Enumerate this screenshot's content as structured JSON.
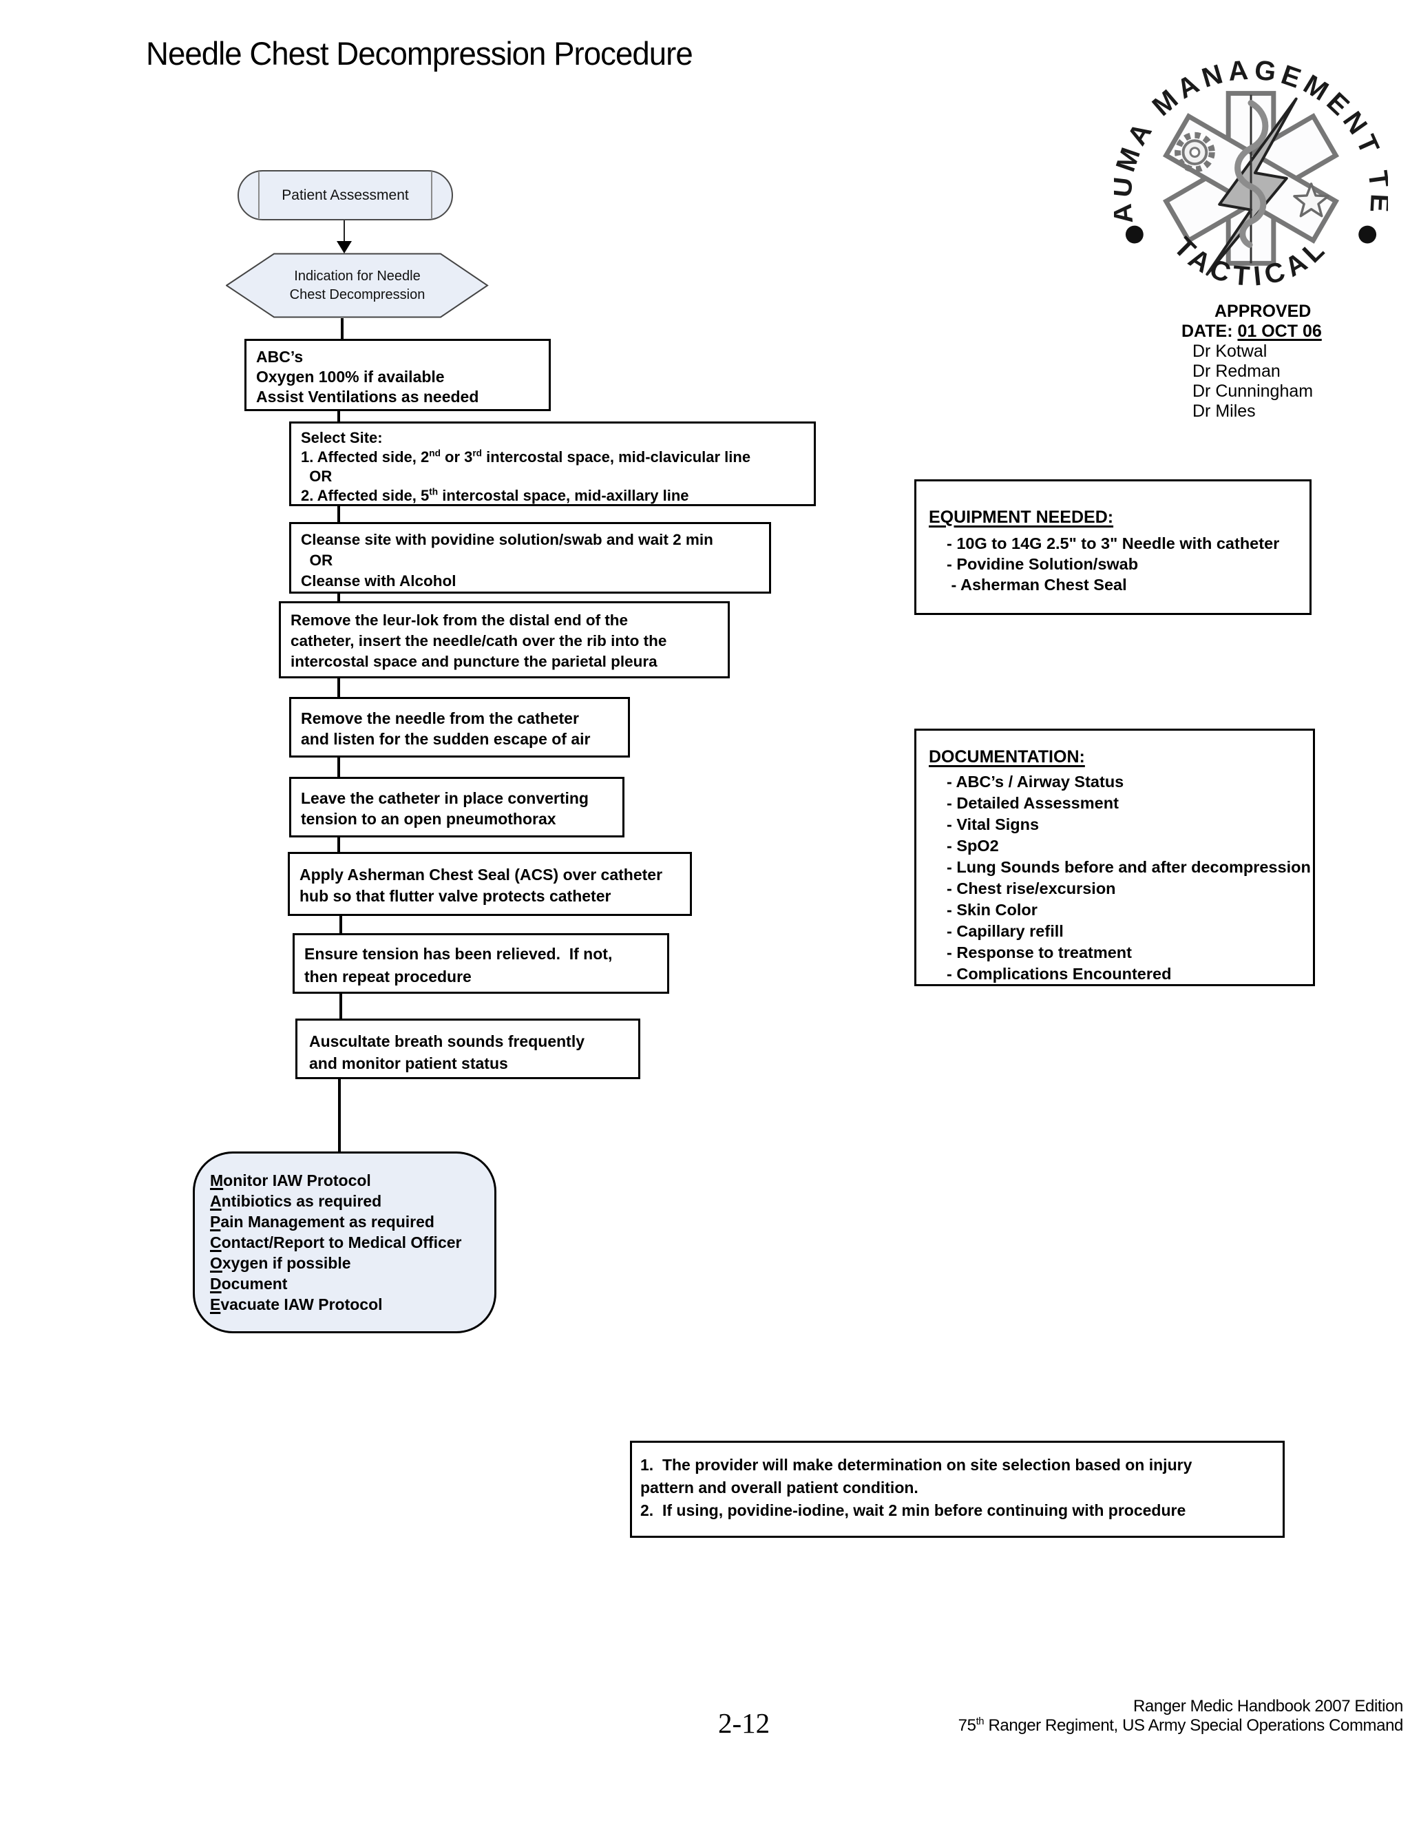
{
  "page": {
    "title": "Needle Chest Decompression Procedure",
    "footer": {
      "page_number": "2-12",
      "line1": "Ranger Medic Handbook 2007 Edition",
      "line2_prefix": "75",
      "line2_sup": "th",
      "line2_rest": " Ranger Regiment, US Army Special Operations Command"
    }
  },
  "logo": {
    "arc_top": "TRAUMA MANAGEMENT TEAM",
    "arc_bottom": "TACTICAL"
  },
  "approval": {
    "title": "APPROVED",
    "date_label": "DATE: ",
    "date_value": "01 OCT 06",
    "signatories": [
      "Dr Kotwal",
      "Dr Redman",
      "Dr Cunningham",
      "Dr Miles"
    ]
  },
  "flowchart": {
    "start": "Patient Assessment",
    "indication": [
      "Indication for Needle",
      "Chest Decompression"
    ],
    "abc": [
      "ABC’s",
      "Oxygen 100% if available",
      "Assist Ventilations as needed"
    ],
    "select_site": {
      "title": "Select Site:",
      "opt1_a": "1. Affected side, 2",
      "opt1_sup1": "nd",
      "opt1_b": " or 3",
      "opt1_sup2": "rd",
      "opt1_c": " intercostal space, mid-clavicular line",
      "or": "  OR",
      "opt2_a": "2. Affected side, 5",
      "opt2_sup": "th",
      "opt2_b": " intercostal space, mid-axillary line"
    },
    "cleanse": [
      "Cleanse site with povidine solution/swab and wait 2 min",
      "  OR",
      "Cleanse with Alcohol"
    ],
    "leur_lok": [
      "Remove the leur-lok from the distal end of the",
      "catheter, insert the needle/cath over the rib into the",
      "intercostal space and puncture the parietal pleura"
    ],
    "remove_needle": [
      "Remove the needle from the catheter",
      "and listen for the sudden escape of air"
    ],
    "leave_catheter": [
      "Leave the catheter in place converting",
      "tension to an open pneumothorax"
    ],
    "apply_acs": [
      "Apply Asherman Chest Seal (ACS) over catheter",
      "hub so that flutter valve protects catheter"
    ],
    "ensure": [
      "Ensure tension has been relieved.  If not,",
      "then repeat procedure"
    ],
    "auscultate": [
      "Auscultate breath sounds frequently",
      "and monitor patient status"
    ],
    "mapcode": [
      {
        "first": "M",
        "rest": "onitor IAW Protocol"
      },
      {
        "first": "A",
        "rest": "ntibiotics as required"
      },
      {
        "first": "P",
        "rest": "ain Management as required"
      },
      {
        "first": "C",
        "rest": "ontact/Report to Medical Officer"
      },
      {
        "first": "O",
        "rest": "xygen if possible"
      },
      {
        "first": "D",
        "rest": "ocument"
      },
      {
        "first": "E",
        "rest": "vacuate IAW Protocol"
      }
    ]
  },
  "equipment": {
    "title": "EQUIPMENT NEEDED:",
    "items": [
      "- 10G to 14G 2.5\" to 3\" Needle with catheter",
      "- Povidine Solution/swab",
      " - Asherman Chest Seal"
    ]
  },
  "documentation": {
    "title": "DOCUMENTATION:",
    "items": [
      "- ABC’s / Airway Status",
      "- Detailed Assessment",
      "- Vital Signs",
      "- SpO2",
      "- Lung Sounds before and after decompression",
      "- Chest rise/excursion",
      "- Skin Color",
      "- Capillary refill",
      "- Response to treatment",
      "- Complications Encountered"
    ]
  },
  "notes": {
    "lines": [
      "1.  The provider will make determination on site selection based on injury",
      "pattern and overall patient condition.",
      "2.  If using, povidine-iodine, wait 2 min before continuing with procedure"
    ]
  },
  "colors": {
    "shape_fill": "#e9eef7",
    "border": "#000000"
  }
}
